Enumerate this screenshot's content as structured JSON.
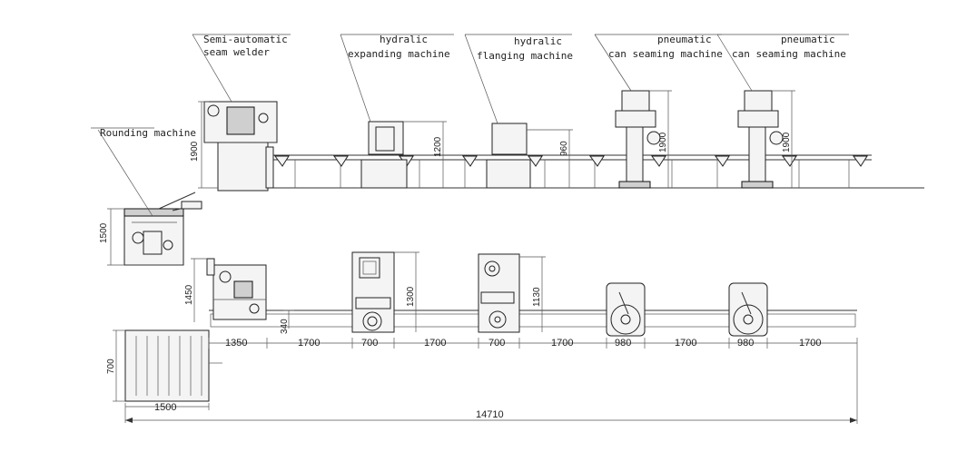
{
  "labels": {
    "rounding": "Rounding machine",
    "seam_welder_1": "Semi-automatic",
    "seam_welder_2": "seam welder",
    "expanding_1": "hydralic",
    "expanding_2": "expanding machine",
    "flanging_1": "hydralic",
    "flanging_2": "flanging machine",
    "seaming1_1": "pneumatic",
    "seaming1_2": "can seaming machine",
    "seaming2_1": "pneumatic",
    "seaming2_2": "can seaming machine"
  },
  "heights": {
    "welder": "1900",
    "expanding": "1200",
    "flanging": "960",
    "seaming1": "1900",
    "seaming2": "1900",
    "rounding": "1500"
  },
  "plan_dims": {
    "welder_depth": "1450",
    "conveyor_offset": "340",
    "expanding_depth": "1300",
    "flanging_depth": "1130",
    "table_depth": "700",
    "table_width": "1500",
    "total": "14710",
    "spans": [
      "1350",
      "1700",
      "700",
      "1700",
      "700",
      "1700",
      "980",
      "1700",
      "980",
      "1700"
    ]
  }
}
